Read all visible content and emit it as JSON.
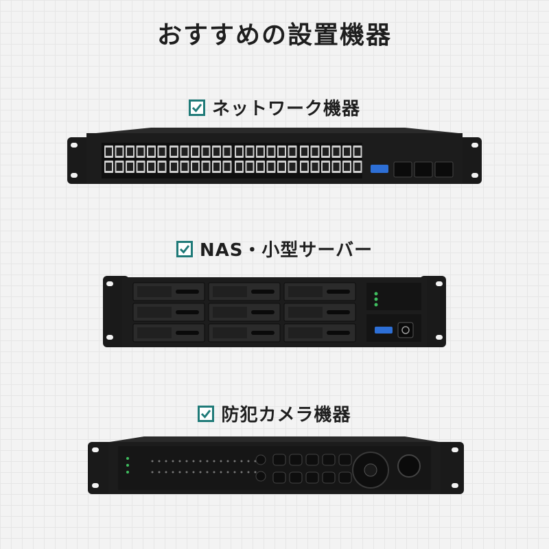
{
  "title": "おすすめの設置機器",
  "sections": [
    {
      "label": "ネットワーク機器"
    },
    {
      "label": "NAS・小型サーバー"
    },
    {
      "label": "防犯カメラ機器"
    }
  ],
  "colors": {
    "accent": "#1f7a78",
    "device": "#1c1c1c",
    "usb": "#2d6fd6"
  },
  "icons": [
    "checkbox-checked-icon"
  ]
}
